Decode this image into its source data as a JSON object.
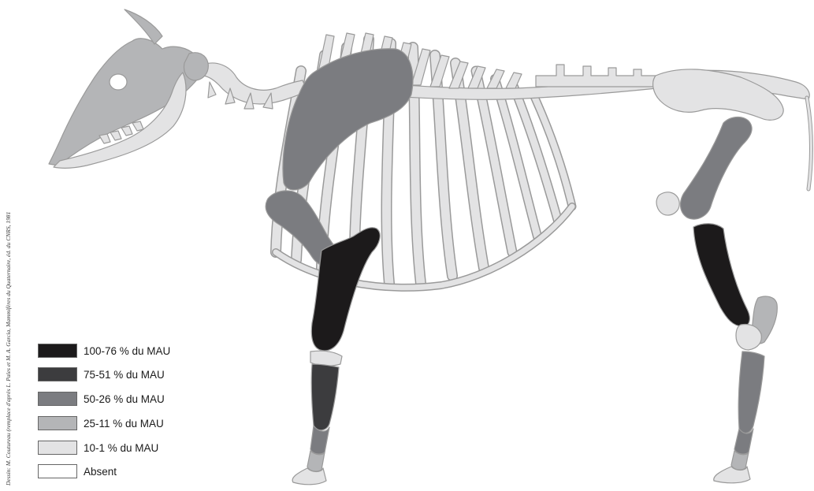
{
  "legend": {
    "items": [
      {
        "label": "100-76 % du MAU",
        "color": "#1c1a1b"
      },
      {
        "label": "75-51 % du MAU",
        "color": "#3c3c3e"
      },
      {
        "label": "50-26 % du MAU",
        "color": "#7b7c80"
      },
      {
        "label": "25-11 % du MAU",
        "color": "#b4b5b7"
      },
      {
        "label": "10-1 % du MAU",
        "color": "#e3e3e4"
      },
      {
        "label": "Absent",
        "color": "#ffffff"
      }
    ]
  },
  "credit": "Dessin: M. Coutureau (remplace d'après L. Pales et M. A. Garcia, Mammifères du Quaternaire, éd. du CNRS, 1981"
}
